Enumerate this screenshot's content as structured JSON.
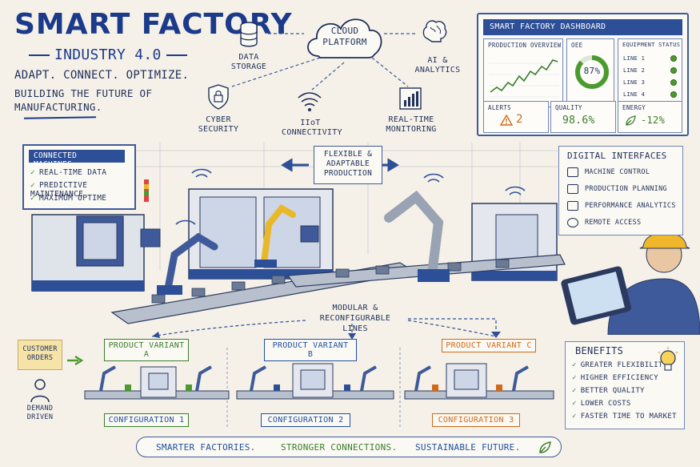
{
  "title": "SMART FACTORY",
  "subtitle": "INDUSTRY 4.0",
  "tagline": "ADAPT. CONNECT. OPTIMIZE.",
  "subtagline": "BUILDING THE FUTURE OF MANUFACTURING.",
  "network": {
    "cloud": "CLOUD PLATFORM",
    "data_storage": "DATA STORAGE",
    "ai": "AI & ANALYTICS",
    "cyber": "CYBER SECURITY",
    "iiot": "IIoT CONNECTIVITY",
    "monitoring": "REAL-TIME MONITORING"
  },
  "dashboard": {
    "title": "SMART FACTORY DASHBOARD",
    "production_label": "PRODUCTION OVERVIEW",
    "oee_label": "OEE",
    "oee_value": "87%",
    "oee_fraction": 0.87,
    "equipment_label": "EQUIPMENT STATUS",
    "lines": [
      "LINE 1",
      "LINE 2",
      "LINE 3",
      "LINE 4"
    ],
    "alerts_label": "ALERTS",
    "alerts_value": "2",
    "quality_label": "QUALITY",
    "quality_value": "98.6%",
    "energy_label": "ENERGY",
    "energy_value": "-12%"
  },
  "connected_machines": {
    "title": "CONNECTED MACHINES",
    "items": [
      "REAL-TIME DATA",
      "PREDICTIVE MAINTENANCE",
      "MAXIMUM UPTIME"
    ]
  },
  "flexible": "FLEXIBLE & ADAPTABLE PRODUCTION",
  "digital_interfaces": {
    "title": "DIGITAL INTERFACES",
    "items": [
      "MACHINE CONTROL",
      "PRODUCTION PLANNING",
      "PERFORMANCE ANALYTICS",
      "REMOTE ACCESS"
    ]
  },
  "modular": "MODULAR & RECONFIGURABLE LINES",
  "customer_orders": "CUSTOMER ORDERS",
  "demand_driven": "DEMAND DRIVEN",
  "variants": [
    "PRODUCT VARIANT A",
    "PRODUCT VARIANT B",
    "PRODUCT VARIANT C"
  ],
  "configurations": [
    "CONFIGURATION 1",
    "CONFIGURATION 2",
    "CONFIGURATION 3"
  ],
  "benefits": {
    "title": "BENEFITS",
    "items": [
      "GREATER FLEXIBILITY",
      "HIGHER EFFICIENCY",
      "BETTER QUALITY",
      "LOWER COSTS",
      "FASTER TIME TO MARKET"
    ]
  },
  "banner": [
    "SMARTER FACTORIES.",
    "STRONGER CONNECTIONS.",
    "SUSTAINABLE FUTURE."
  ],
  "colors": {
    "ink": "#1f2f5a",
    "brand_blue": "#1b3a8a",
    "green": "#3a7d2c",
    "orange": "#d06a1a",
    "paper": "#f5f1e8"
  }
}
